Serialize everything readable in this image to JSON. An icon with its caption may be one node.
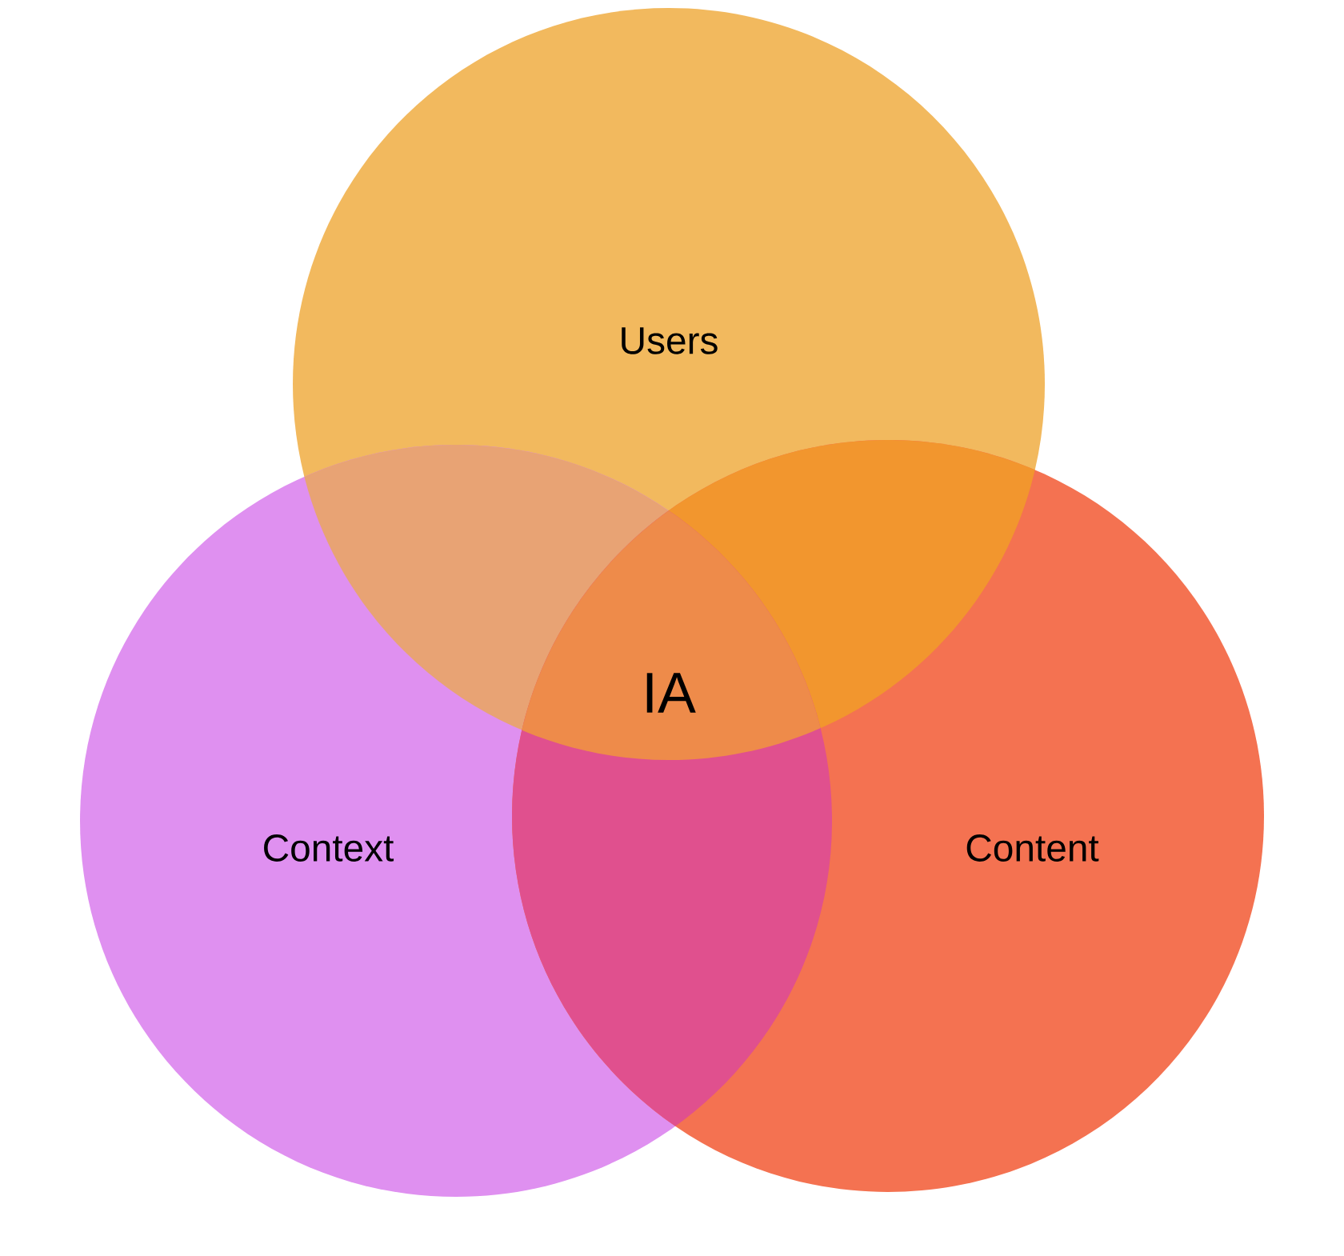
{
  "diagram": {
    "nodes": [
      {
        "text": [
          "Users"
        ]
      },
      {
        "text": [
          "Context"
        ]
      },
      {
        "text": [
          "Content"
        ]
      }
    ],
    "labels": [
      "IA"
    ]
  }
}
